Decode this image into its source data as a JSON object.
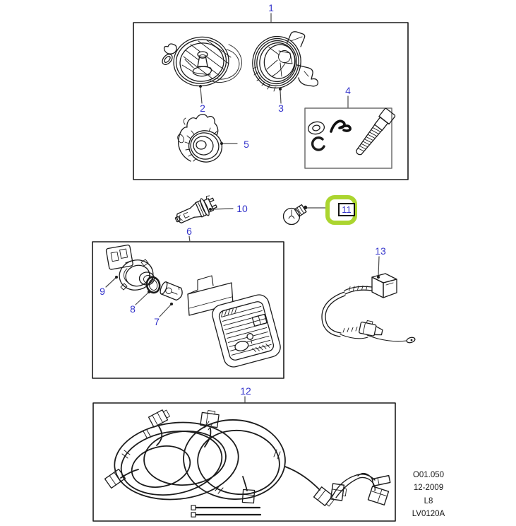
{
  "callouts": [
    "1",
    "2",
    "3",
    "4",
    "5",
    "6",
    "7",
    "8",
    "9",
    "10",
    "11",
    "12",
    "13"
  ],
  "highlighted_callout": "11",
  "footer": {
    "lines": [
      "O01.050",
      "12-2009",
      "L8",
      "LV0120A"
    ]
  },
  "colors": {
    "callout_blue": "#3434cb",
    "highlight_green": "#abd52f",
    "line_art": "#1c1c1c",
    "background": "#ffffff"
  }
}
